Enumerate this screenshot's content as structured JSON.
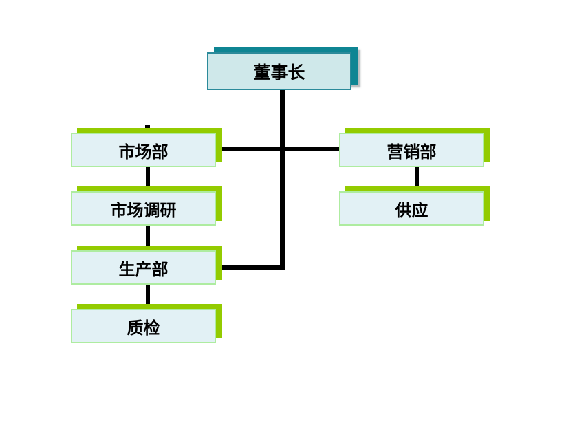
{
  "colors": {
    "canvas_bg": "#ffffff",
    "chairman_fill": "#cfe8ea",
    "chairman_border": "#2b8a9a",
    "chairman_shadow": "#0e8593",
    "dept_fill": "#e2f1f5",
    "dept_border": "#aeeca0",
    "dept_shadow": "#93cb00",
    "connector": "#000000",
    "text": "#000000"
  },
  "nodes": {
    "chairman": {
      "label": "董事长"
    },
    "marketing": {
      "label": "市场部"
    },
    "market_research": {
      "label": "市场调研"
    },
    "production": {
      "label": "生产部"
    },
    "quality": {
      "label": "质检"
    },
    "sales": {
      "label": "营销部"
    },
    "supply": {
      "label": "供应"
    }
  },
  "edges": [
    {
      "from": "chairman",
      "to": "marketing"
    },
    {
      "from": "chairman",
      "to": "sales"
    },
    {
      "from": "chairman",
      "to": "production"
    },
    {
      "from": "marketing",
      "to": "market_research"
    },
    {
      "from": "market_research",
      "to": "production"
    },
    {
      "from": "production",
      "to": "quality"
    },
    {
      "from": "sales",
      "to": "supply"
    }
  ]
}
